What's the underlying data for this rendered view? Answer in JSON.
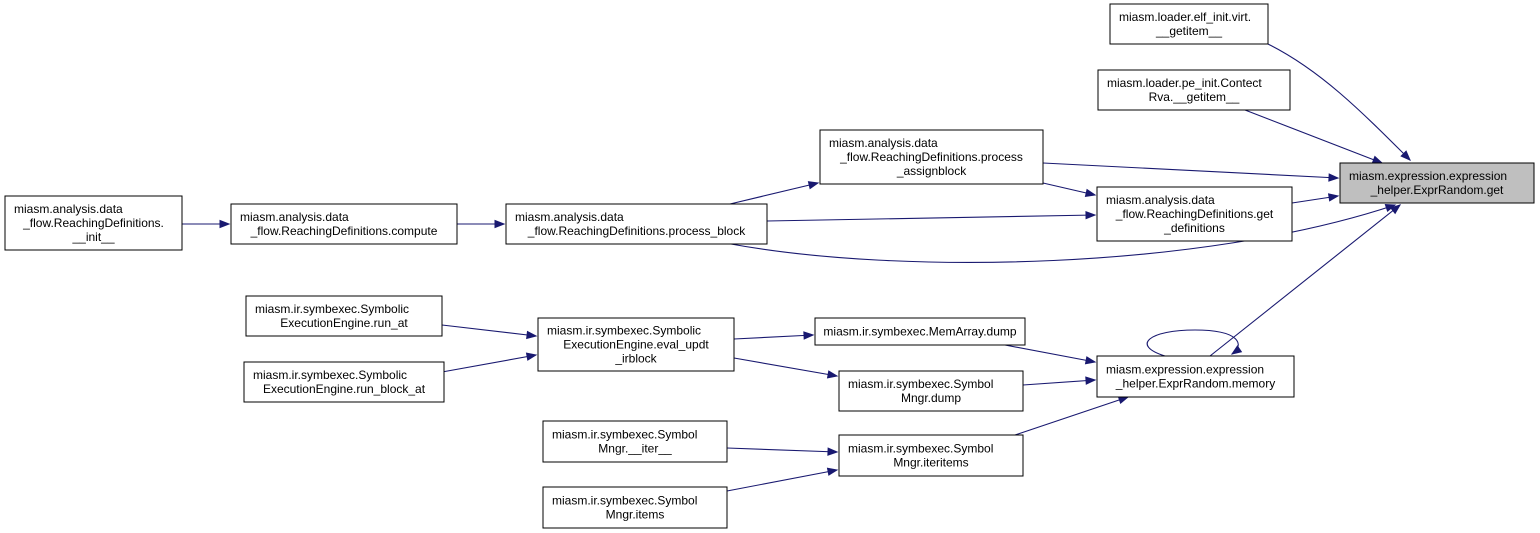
{
  "graph": {
    "edge_color": "#191970",
    "highlight_fill": "#bfbfbf",
    "nodes": [
      {
        "id": "target",
        "lines": [
          "miasm.expression.expression",
          "_helper.ExprRandom.get"
        ],
        "highlight": true
      },
      {
        "id": "elf_getitem",
        "lines": [
          "miasm.loader.elf_init.virt.",
          "__getitem__"
        ]
      },
      {
        "id": "pe_getitem",
        "lines": [
          "miasm.loader.pe_init.Contect",
          "Rva.__getitem__"
        ]
      },
      {
        "id": "process_assignblock",
        "lines": [
          "miasm.analysis.data",
          "_flow.ReachingDefinitions.process",
          "_assignblock"
        ]
      },
      {
        "id": "get_definitions",
        "lines": [
          "miasm.analysis.data",
          "_flow.ReachingDefinitions.get",
          "_definitions"
        ]
      },
      {
        "id": "rd_init",
        "lines": [
          "miasm.analysis.data",
          "_flow.ReachingDefinitions.",
          "__init__"
        ]
      },
      {
        "id": "rd_compute",
        "lines": [
          "miasm.analysis.data",
          "_flow.ReachingDefinitions.compute"
        ]
      },
      {
        "id": "process_block",
        "lines": [
          "miasm.analysis.data",
          "_flow.ReachingDefinitions.process_block"
        ]
      },
      {
        "id": "run_at",
        "lines": [
          "miasm.ir.symbexec.Symbolic",
          "ExecutionEngine.run_at"
        ]
      },
      {
        "id": "run_block_at",
        "lines": [
          "miasm.ir.symbexec.Symbolic",
          "ExecutionEngine.run_block_at"
        ]
      },
      {
        "id": "eval_updt_irblock",
        "lines": [
          "miasm.ir.symbexec.Symbolic",
          "ExecutionEngine.eval_updt",
          "_irblock"
        ]
      },
      {
        "id": "memarray_dump",
        "lines": [
          "miasm.ir.symbexec.MemArray.dump"
        ]
      },
      {
        "id": "symbolmngr_dump",
        "lines": [
          "miasm.ir.symbexec.Symbol",
          "Mngr.dump"
        ]
      },
      {
        "id": "memory",
        "lines": [
          "miasm.expression.expression",
          "_helper.ExprRandom.memory"
        ]
      },
      {
        "id": "symbolmngr_iter",
        "lines": [
          "miasm.ir.symbexec.Symbol",
          "Mngr.__iter__"
        ]
      },
      {
        "id": "symbolmngr_iteritems",
        "lines": [
          "miasm.ir.symbexec.Symbol",
          "Mngr.iteritems"
        ]
      },
      {
        "id": "symbolmngr_items",
        "lines": [
          "miasm.ir.symbexec.Symbol",
          "Mngr.items"
        ]
      }
    ],
    "edges": [
      {
        "from": "elf_getitem",
        "to": "target"
      },
      {
        "from": "pe_getitem",
        "to": "target"
      },
      {
        "from": "process_assignblock",
        "to": "target"
      },
      {
        "from": "get_definitions",
        "to": "target"
      },
      {
        "from": "process_block",
        "to": "target"
      },
      {
        "from": "memory",
        "to": "target"
      },
      {
        "from": "memory",
        "to": "memory"
      },
      {
        "from": "rd_init",
        "to": "rd_compute"
      },
      {
        "from": "rd_compute",
        "to": "process_block"
      },
      {
        "from": "process_block",
        "to": "process_assignblock"
      },
      {
        "from": "process_block",
        "to": "get_definitions"
      },
      {
        "from": "process_assignblock",
        "to": "get_definitions"
      },
      {
        "from": "run_at",
        "to": "eval_updt_irblock"
      },
      {
        "from": "run_block_at",
        "to": "eval_updt_irblock"
      },
      {
        "from": "eval_updt_irblock",
        "to": "memarray_dump"
      },
      {
        "from": "eval_updt_irblock",
        "to": "symbolmngr_dump"
      },
      {
        "from": "memarray_dump",
        "to": "memory"
      },
      {
        "from": "symbolmngr_dump",
        "to": "memory"
      },
      {
        "from": "symbolmngr_iteritems",
        "to": "memory"
      },
      {
        "from": "symbolmngr_iter",
        "to": "symbolmngr_iteritems"
      },
      {
        "from": "symbolmngr_items",
        "to": "symbolmngr_iteritems"
      }
    ]
  }
}
